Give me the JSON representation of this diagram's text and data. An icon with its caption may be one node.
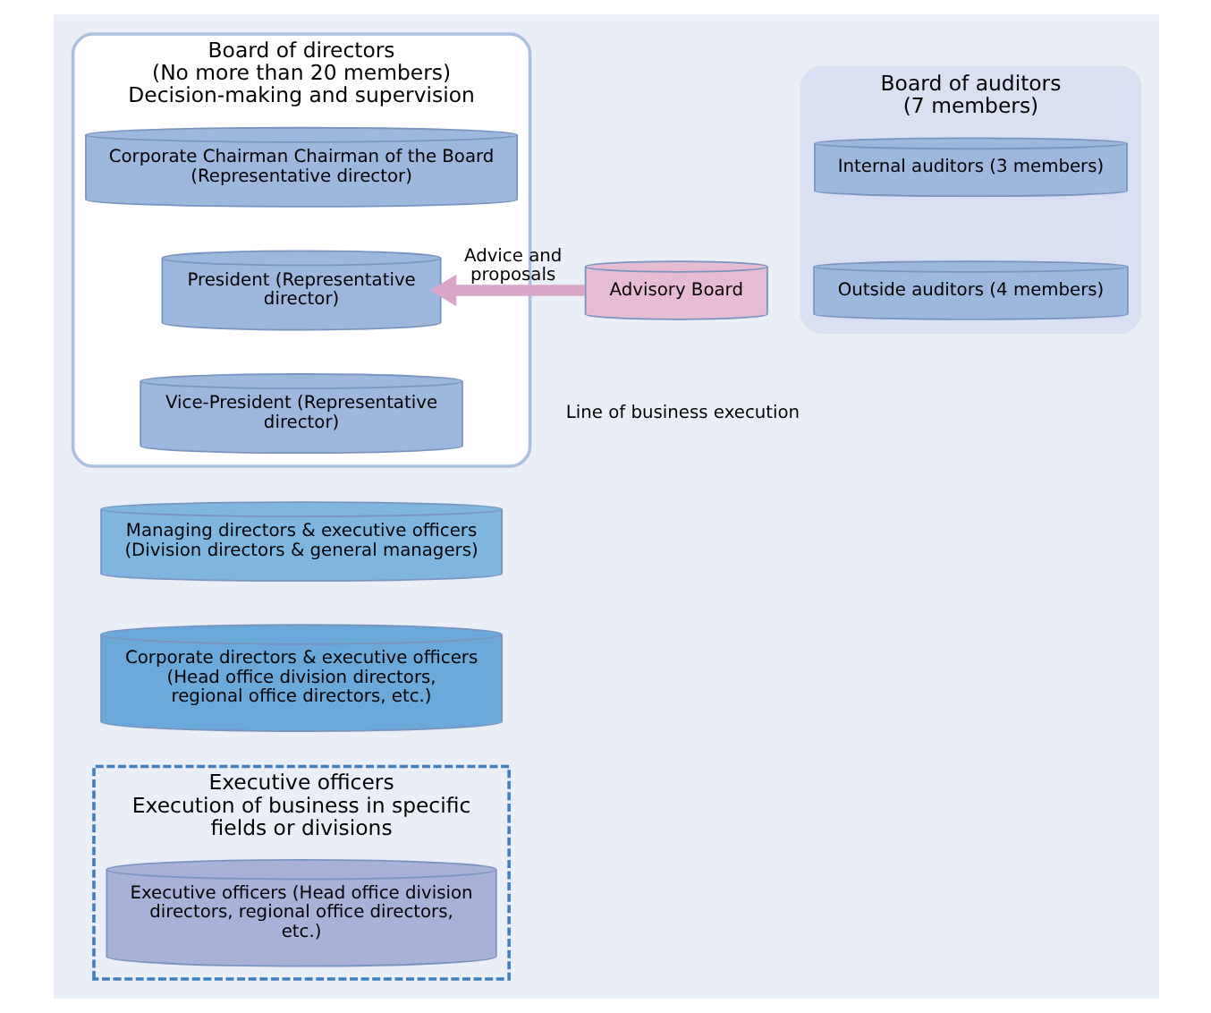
{
  "diagram": {
    "nodes": [
      {
        "text": [
          "Board of directors",
          "(No more than 20 members) Decision-making and supervision"
        ]
      },
      {
        "text": [
          "Corporate Chairman Chairman of the Board (Representative director)"
        ],
        "in": 0
      },
      {
        "text": [
          "President (Representative director)"
        ],
        "in": 0
      },
      {
        "text": [
          "Vice-President (Representative director)"
        ],
        "in": 0
      },
      {
        "text": [
          "Board of auditors",
          "(7 members)"
        ]
      },
      {
        "text": [
          "Internal auditors (3 members)"
        ],
        "in": 4
      },
      {
        "text": [
          "Outside auditors (4 members)"
        ],
        "in": 4
      },
      {
        "text": [
          "Advisory Board"
        ]
      },
      {
        "text": [
          "Executive officers",
          "Execution of business in specific fields or divisions"
        ]
      },
      {
        "text": [
          "Managing directors & executive officers (Division directors & general managers)"
        ]
      },
      {
        "text": [
          "Corporate directors & executive officers (Head office division directors, regional office directors, etc.)"
        ]
      },
      {
        "text": [
          "Executive officers (Head office division directors, regional office directors, etc.)"
        ],
        "in": 8
      }
    ],
    "edges": [
      {
        "from": 7,
        "to": 2,
        "arrow": "to",
        "label": "Advice and proposals"
      }
    ],
    "labels": [
      "Line of business execution"
    ]
  }
}
